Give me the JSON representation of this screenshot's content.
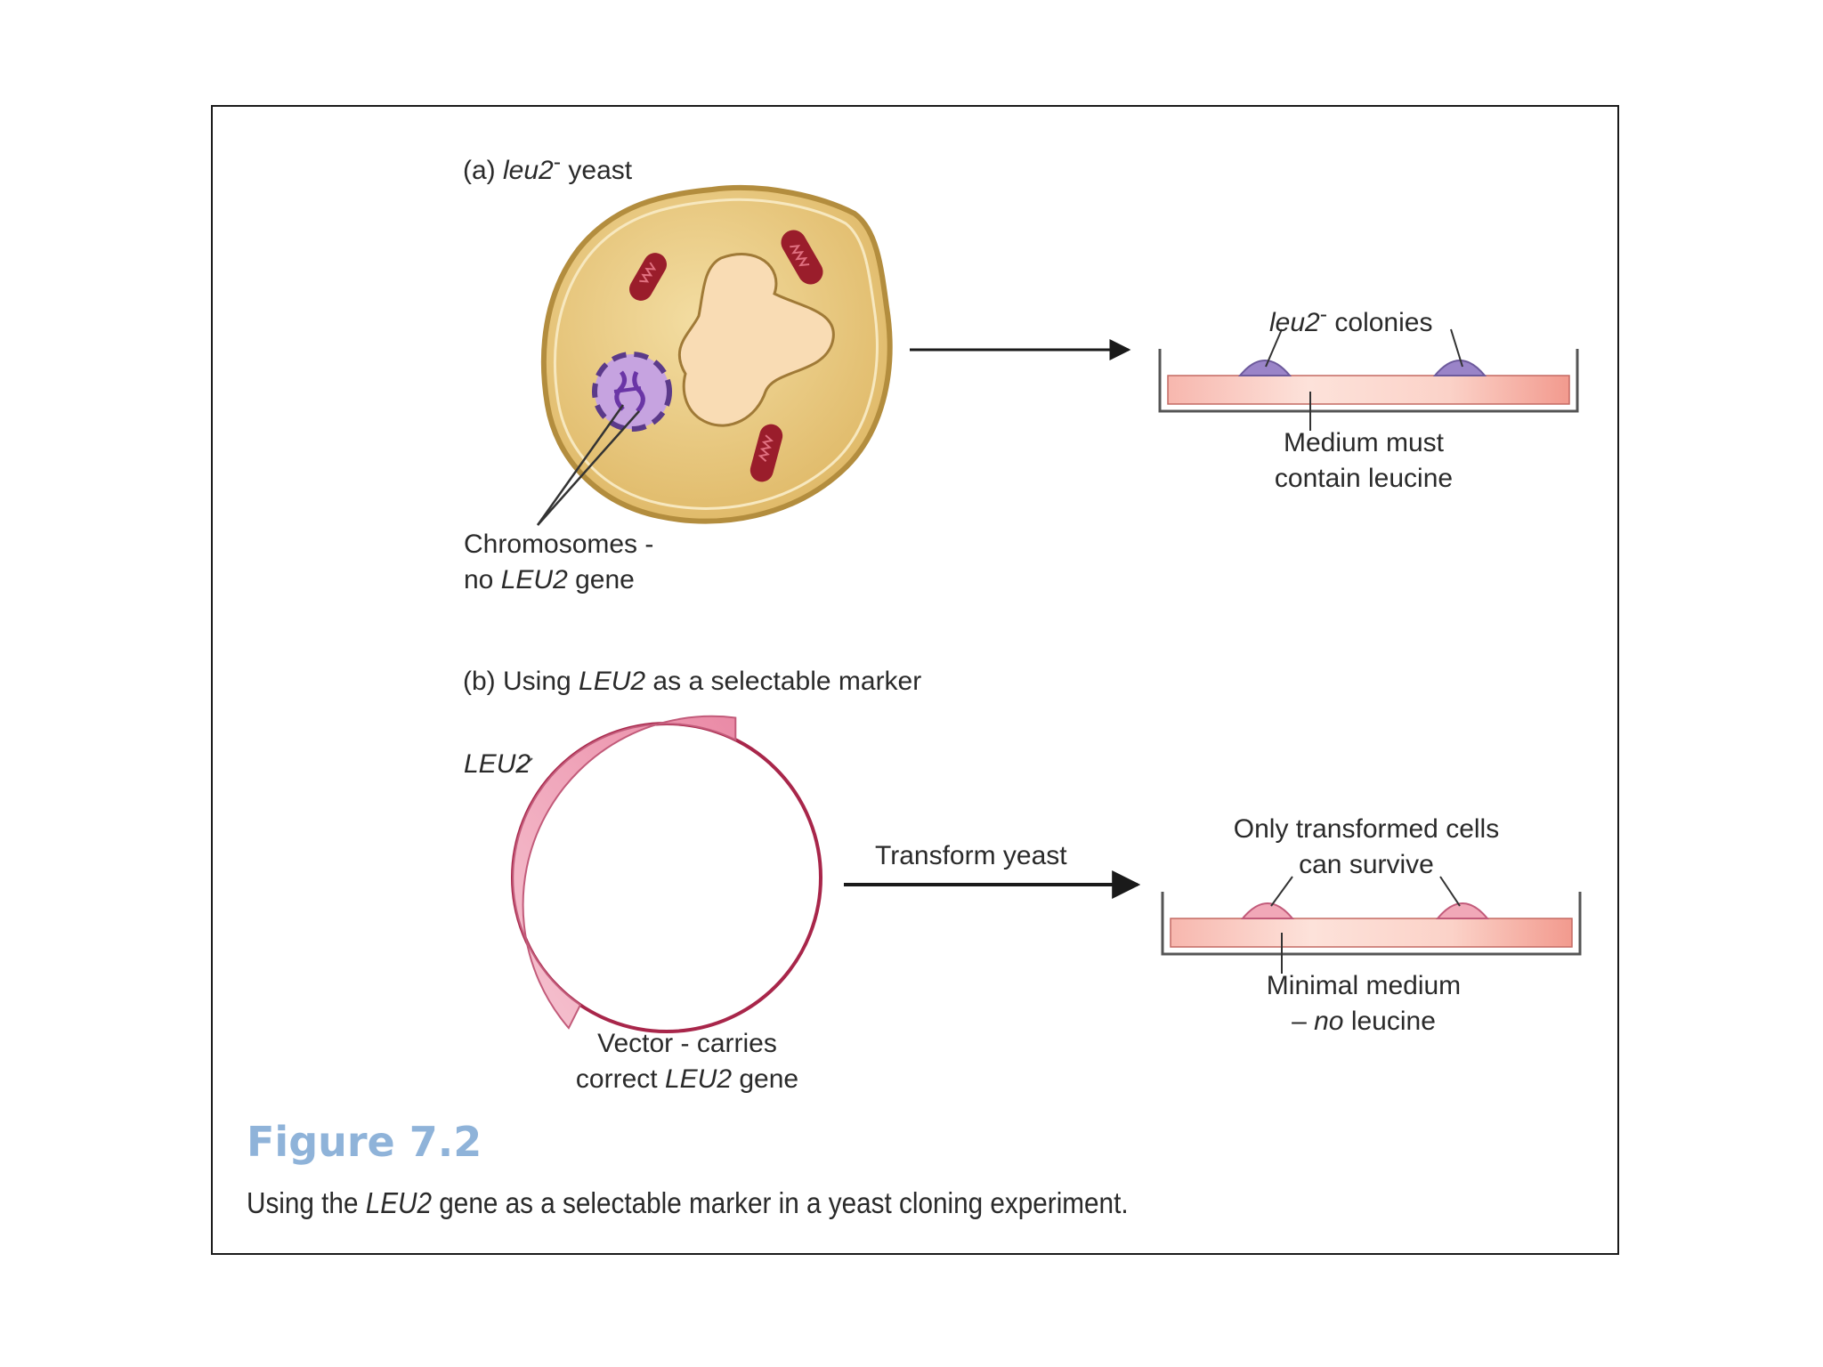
{
  "panel_a": {
    "heading_prefix": "(a) ",
    "heading_gene": "leu2",
    "heading_sup": "-",
    "heading_suffix": " yeast",
    "chromosome_label_line1": "Chromosomes -",
    "chromosome_label_line2_prefix": "no ",
    "chromosome_label_line2_gene": "LEU2",
    "chromosome_label_line2_suffix": " gene",
    "colonies_gene": "leu2",
    "colonies_sup": "-",
    "colonies_suffix": " colonies",
    "medium_line1": "Medium must",
    "medium_line2": "contain leucine"
  },
  "panel_b": {
    "heading_prefix": "(b) Using ",
    "heading_gene": "LEU2",
    "heading_suffix": " as a selectable marker",
    "gene_label": "LEU2",
    "vector_line1": "Vector - carries",
    "vector_line2_prefix": "correct ",
    "vector_line2_gene": "LEU2",
    "vector_line2_suffix": " gene",
    "arrow_label": "Transform yeast",
    "survive_line1": "Only transformed cells",
    "survive_line2": "can survive",
    "minimal_line1": "Minimal medium",
    "minimal_line2_prefix": "– ",
    "minimal_line2_italic": "no",
    "minimal_line2_suffix": " leucine"
  },
  "figure": {
    "title": "Figure 7.2",
    "caption_prefix": "Using the ",
    "caption_gene": "LEU2",
    "caption_suffix": " gene as a selectable marker in a yeast cloning experiment."
  },
  "colors": {
    "cell_fill": "#e8c77e",
    "cell_outline": "#b38d3e",
    "nucleus_fill": "#f9dcb4",
    "mitochondria": "#9a1d2b",
    "chromosome_zone": "#c6a3e0",
    "chromosome": "#6a35a6",
    "medium": "#f4a7a2",
    "colony_a": "#9a84c8",
    "colony_b": "#f1a8b8",
    "plasmid": "#a8264a",
    "leu2_segment": "#ef9fb6",
    "figure_title": "#8fb3d9"
  }
}
